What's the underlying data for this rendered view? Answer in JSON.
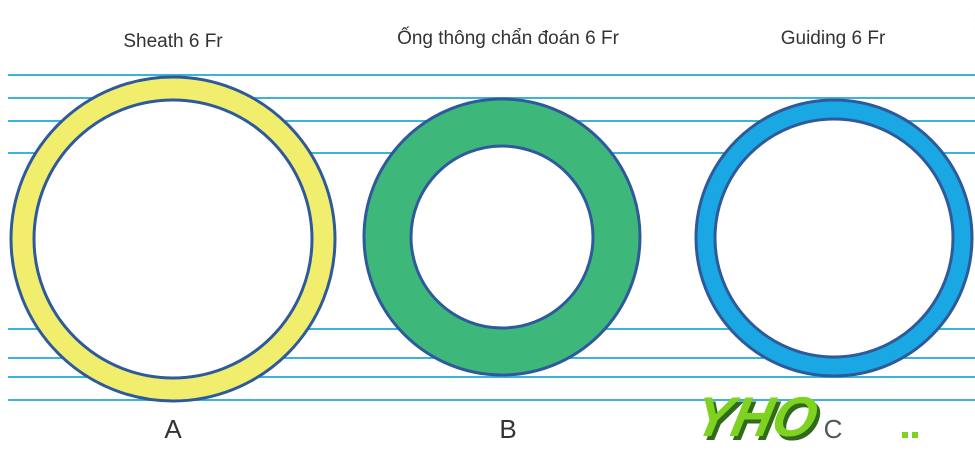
{
  "diagram": {
    "line_color": "#3bb3dd",
    "ring_border": "#2e5a9c",
    "items": [
      {
        "title": "Sheath 6 Fr",
        "letter": "A",
        "fill": "#f2ee6d"
      },
      {
        "title": "Ống thông chẩn đoán 6 Fr",
        "letter": "B",
        "fill": "#3db87a"
      },
      {
        "title": "Guiding 6 Fr",
        "letter": "C",
        "fill": "#19a8e4"
      }
    ]
  },
  "logo": {
    "text": "YHO",
    "color": "#7ed321",
    "shadow": "#2f6b1a"
  }
}
